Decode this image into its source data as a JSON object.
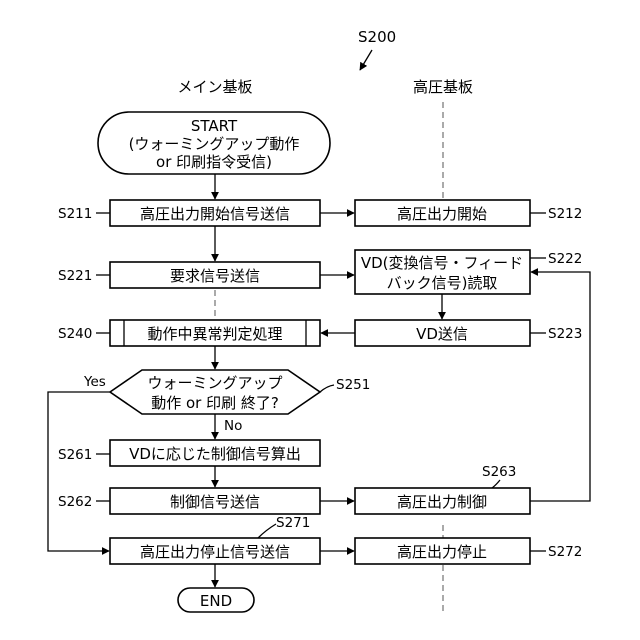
{
  "figure_label": "S200",
  "columns": {
    "main": "メイン基板",
    "hv": "高圧基板"
  },
  "start": {
    "line1": "START",
    "line2": "(ウォーミングアップ動作",
    "line3": "or 印刷指令受信)"
  },
  "steps": {
    "s211": {
      "id": "S211",
      "text": "高圧出力開始信号送信"
    },
    "s212": {
      "id": "S212",
      "text": "高圧出力開始"
    },
    "s221": {
      "id": "S221",
      "text": "要求信号送信"
    },
    "s222": {
      "id": "S222",
      "line1": "VD(変換信号・フィード",
      "line2": "バック信号)読取"
    },
    "s240": {
      "id": "S240",
      "text": "動作中異常判定処理"
    },
    "s223": {
      "id": "S223",
      "text": "VD送信"
    },
    "s251": {
      "id": "S251",
      "line1": "ウォーミングアップ",
      "line2": "動作 or 印刷 終了?",
      "yes": "Yes",
      "no": "No"
    },
    "s261": {
      "id": "S261",
      "text": "VDに応じた制御信号算出"
    },
    "s262": {
      "id": "S262",
      "text": "制御信号送信"
    },
    "s263": {
      "id": "S263",
      "text": "高圧出力制御"
    },
    "s271": {
      "id": "S271",
      "text": "高圧出力停止信号送信"
    },
    "s272": {
      "id": "S272",
      "text": "高圧出力停止"
    }
  },
  "end": "END"
}
